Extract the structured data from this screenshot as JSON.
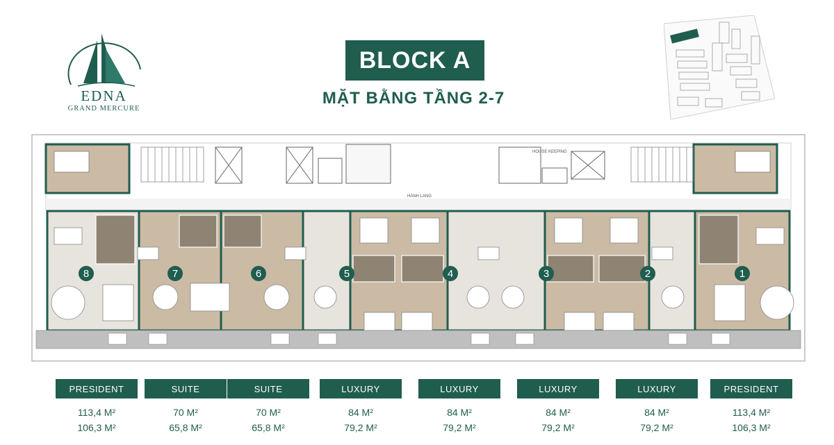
{
  "logo": {
    "line1": "EDNA",
    "line2": "GRAND MERCURE"
  },
  "title": "BLOCK A",
  "subtitle": "MẶT BẰNG TẦNG 2-7",
  "colors": {
    "brand": "#1f5d4f",
    "floor": "#c9b9a3",
    "light_floor": "#e6e2dc",
    "balcony": "#bcbcbc"
  },
  "plan": {
    "corridor_label": "HÀNH LANG",
    "housekeeping_label": "HOUSE KEEPING",
    "unit_numbers": [
      "8",
      "7",
      "6",
      "5",
      "4",
      "3",
      "2",
      "1"
    ]
  },
  "units": [
    {
      "type": "PRESIDENT",
      "area_gross": "113,4 M²",
      "area_net": "106,3 M²"
    },
    {
      "type": "SUITE",
      "area_gross": "70 M²",
      "area_net": "65,8 M²"
    },
    {
      "type": "SUITE",
      "area_gross": "70 M²",
      "area_net": "65,8 M²"
    },
    {
      "type": "LUXURY",
      "area_gross": "84 M²",
      "area_net": "79,2 M²"
    },
    {
      "type": "LUXURY",
      "area_gross": "84 M²",
      "area_net": "79,2 M²"
    },
    {
      "type": "LUXURY",
      "area_gross": "84 M²",
      "area_net": "79,2 M²"
    },
    {
      "type": "LUXURY",
      "area_gross": "84 M²",
      "area_net": "79,2 M²"
    },
    {
      "type": "PRESIDENT",
      "area_gross": "113,4 M²",
      "area_net": "106,3 M²"
    }
  ]
}
